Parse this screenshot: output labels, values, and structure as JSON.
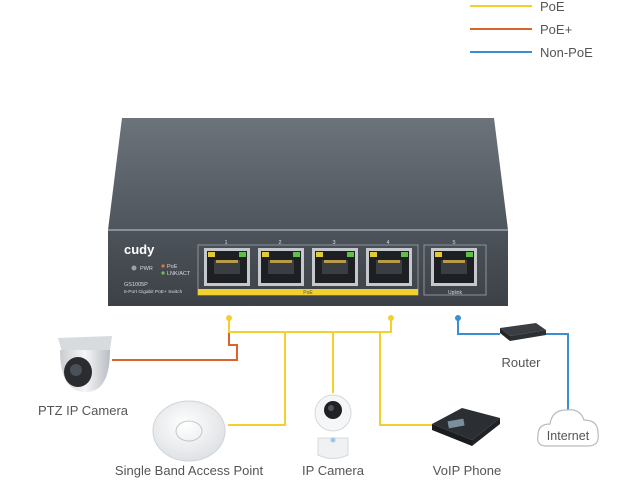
{
  "legend": {
    "items": [
      {
        "label": "PoE",
        "color": "#f2d12e"
      },
      {
        "label": "PoE+",
        "color": "#d9652a"
      },
      {
        "label": "Non-PoE",
        "color": "#3b8fd0"
      }
    ]
  },
  "switch": {
    "brand": "cudy",
    "model": "GS1005P",
    "description": "5-Port Gigabit PoE+ Switch",
    "led_pwr": "PWR",
    "led_poe": "PoE",
    "led_lnk": "LNK/ACT",
    "ports": [
      "1",
      "2",
      "3",
      "4",
      "5"
    ],
    "poe_group_label": "PoE",
    "uplink_label": "Uplink"
  },
  "devices": {
    "ptz_camera": "PTZ IP Camera",
    "access_point": "Single Band Access Point",
    "ip_camera": "IP Camera",
    "voip_phone": "VoIP Phone",
    "router": "Router",
    "internet": "Internet"
  },
  "colors": {
    "poe": "#f2d12e",
    "poe_plus": "#d9652a",
    "non_poe": "#3b8fd0",
    "switch_body": "#5a6068",
    "label_text": "#555555"
  }
}
